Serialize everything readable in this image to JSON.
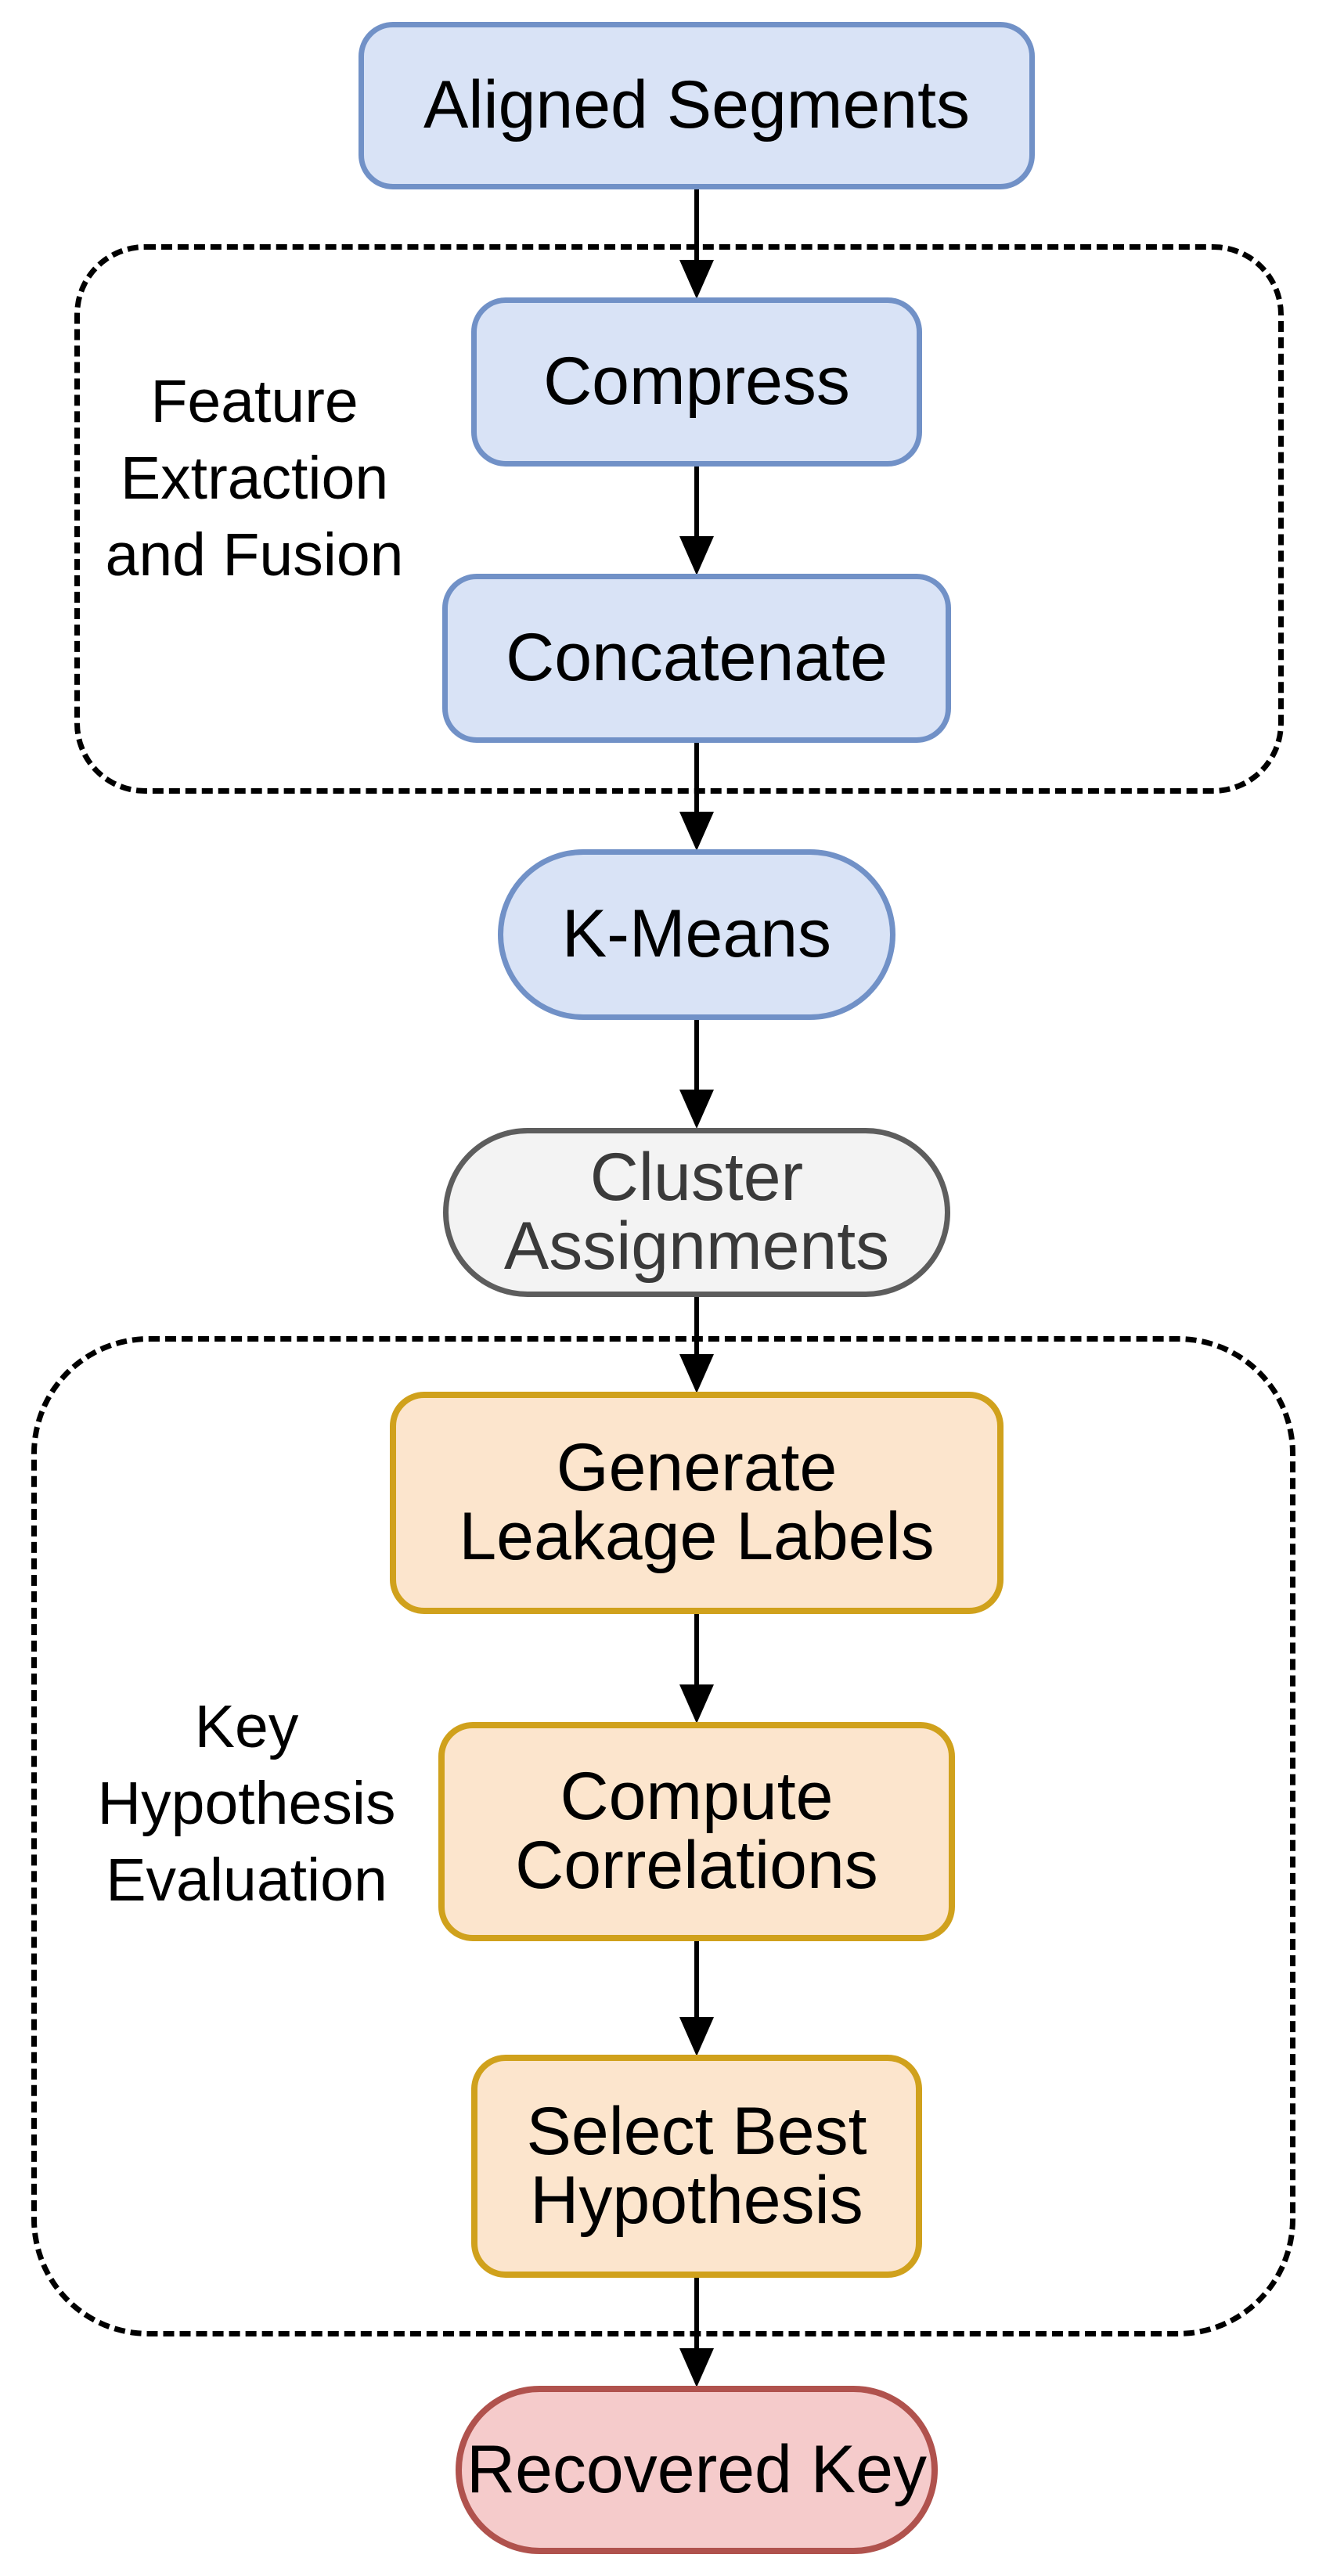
{
  "colors": {
    "background": "#ffffff",
    "line_color": "#000000",
    "text_color": "#000000",
    "blue_fill": "#d9e3f6",
    "blue_border": "#7191c7",
    "gray_fill": "#f3f3f3",
    "gray_border": "#5d5d5d",
    "gray_text": "#3a3a3a",
    "orange_fill": "#fce5cd",
    "orange_border": "#d0a11c",
    "red_fill": "#f5cbcb",
    "red_border": "#b0524d"
  },
  "nodes": {
    "aligned_segments": {
      "label": "Aligned Segments",
      "shape": "rounded-rect",
      "color": "blue"
    },
    "compress": {
      "label": "Compress",
      "shape": "rounded-rect",
      "color": "blue"
    },
    "concatenate": {
      "label": "Concatenate",
      "shape": "rounded-rect",
      "color": "blue"
    },
    "k_means": {
      "label": "K-Means",
      "shape": "stadium",
      "color": "blue"
    },
    "cluster_assignments": {
      "label": "Cluster\nAssignments",
      "shape": "stadium",
      "color": "gray"
    },
    "generate_leakage_labels": {
      "label": "Generate\nLeakage Labels",
      "shape": "rounded-rect",
      "color": "orange"
    },
    "compute_correlations": {
      "label": "Compute\nCorrelations",
      "shape": "rounded-rect",
      "color": "orange"
    },
    "select_best_hypothesis": {
      "label": "Select Best\nHypothesis",
      "shape": "rounded-rect",
      "color": "orange"
    },
    "recovered_key": {
      "label": "Recovered Key",
      "shape": "stadium",
      "color": "red"
    }
  },
  "groups": {
    "feature_extraction_and_fusion": {
      "label": "Feature\nExtraction\nand Fusion",
      "contains": [
        "compress",
        "concatenate"
      ]
    },
    "key_hypothesis_evaluation": {
      "label": "Key\nHypothesis\nEvaluation",
      "contains": [
        "generate_leakage_labels",
        "compute_correlations",
        "select_best_hypothesis"
      ]
    }
  },
  "edges": [
    {
      "from": "aligned_segments",
      "to": "compress"
    },
    {
      "from": "compress",
      "to": "concatenate"
    },
    {
      "from": "concatenate",
      "to": "k_means"
    },
    {
      "from": "k_means",
      "to": "cluster_assignments"
    },
    {
      "from": "cluster_assignments",
      "to": "generate_leakage_labels"
    },
    {
      "from": "generate_leakage_labels",
      "to": "compute_correlations"
    },
    {
      "from": "compute_correlations",
      "to": "select_best_hypothesis"
    },
    {
      "from": "select_best_hypothesis",
      "to": "recovered_key"
    }
  ]
}
